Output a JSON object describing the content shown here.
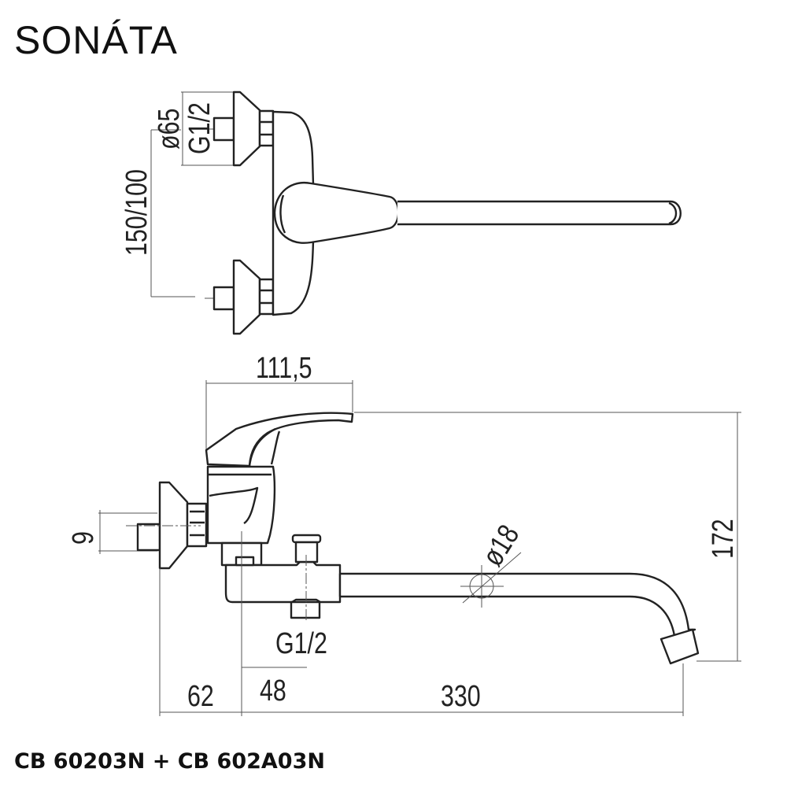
{
  "title": "SONÁTA",
  "footer": "CB 60203N + CB 602A03N",
  "top_view": {
    "dim_flange_diameter": "ø65",
    "dim_thread": "G1/2",
    "dim_spacing": "150/100"
  },
  "side_view": {
    "dim_lever_length": "111,5",
    "dim_offset": "9",
    "dim_spout_diameter": "ø18",
    "dim_height": "172",
    "dim_outlet_thread": "G1/2",
    "dim_wall_to_body": "62",
    "dim_body_to_outlet": "48",
    "dim_spout_reach": "330"
  }
}
